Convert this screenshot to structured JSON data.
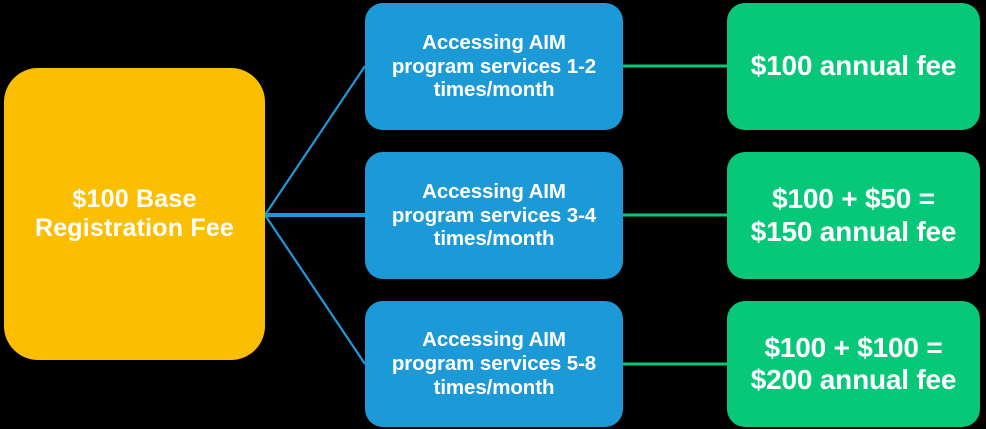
{
  "diagram": {
    "title_node": {
      "label": "$100 Base\nRegistration Fee",
      "color": "#fcbe00"
    },
    "colors": {
      "background": "#000000",
      "base_fill": "#fcbe00",
      "tier_fill": "#1c9ad7",
      "fee_fill": "#07c878",
      "tier_connector": "#1c9ad7",
      "fee_connector": "#07c878",
      "text": "#ffffff"
    },
    "rows": [
      {
        "tier_label": "Accessing AIM\nprogram services 1-2\ntimes/month",
        "fee_label": "$100 annual fee"
      },
      {
        "tier_label": "Accessing AIM\nprogram services 3-4\ntimes/month",
        "fee_label": "$100 + $50 =\n$150 annual fee"
      },
      {
        "tier_label": "Accessing AIM\nprogram services 5-8\ntimes/month",
        "fee_label": "$100 + $100 =\n$200 annual fee"
      }
    ]
  }
}
